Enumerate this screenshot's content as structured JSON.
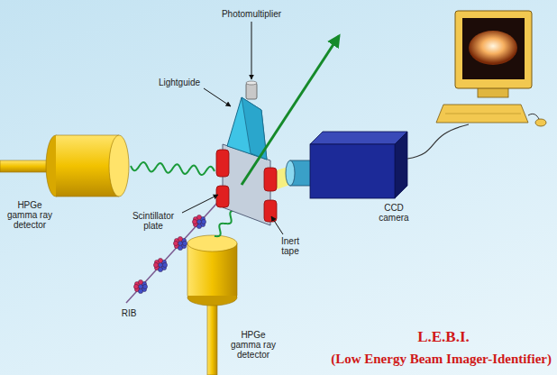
{
  "diagram": {
    "title": "L.E.B.I.",
    "caption": "(Low Energy Beam Imager-Identifier)",
    "labels": [
      "Photomultiplier",
      "Lightguide",
      "HPGe gamma ray detector",
      "Scintillator plate",
      "Inert tape",
      "CCD camera",
      "RIB",
      "HPGe gamma ray detector"
    ]
  }
}
